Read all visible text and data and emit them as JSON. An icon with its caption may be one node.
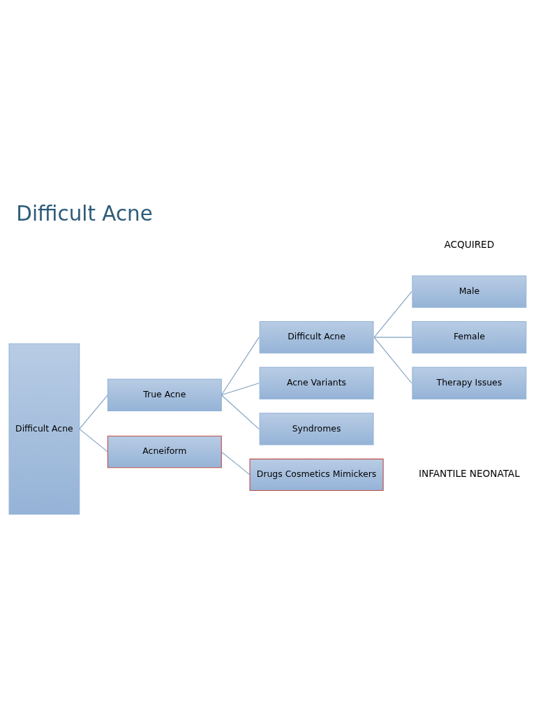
{
  "diagram": {
    "title": "Difficult Acne",
    "nodes": [
      {
        "text": [
          "Difficult Acne"
        ]
      },
      {
        "text": [
          "True Acne"
        ]
      },
      {
        "text": [
          "Acneiform"
        ]
      },
      {
        "text": [
          "Difficult Acne"
        ]
      },
      {
        "text": [
          "Acne Variants"
        ]
      },
      {
        "text": [
          "Syndromes"
        ]
      },
      {
        "text": [
          "Male"
        ]
      },
      {
        "text": [
          "Female"
        ]
      },
      {
        "text": [
          "Therapy Issues"
        ]
      },
      {
        "text": [
          "Drugs Cosmetics Mimickers"
        ]
      }
    ],
    "edges": [
      {
        "from": 0,
        "to": 1,
        "arrow": "none"
      },
      {
        "from": 0,
        "to": 2,
        "arrow": "none"
      },
      {
        "from": 1,
        "to": 3,
        "arrow": "none"
      },
      {
        "from": 1,
        "to": 4,
        "arrow": "none"
      },
      {
        "from": 1,
        "to": 5,
        "arrow": "none"
      },
      {
        "from": 3,
        "to": 6,
        "arrow": "none"
      },
      {
        "from": 3,
        "to": 7,
        "arrow": "none"
      },
      {
        "from": 3,
        "to": 8,
        "arrow": "none"
      },
      {
        "from": 2,
        "to": 9,
        "arrow": "none"
      }
    ],
    "labels": [
      "INFANTILE NEONATAL",
      "ACQUIRED"
    ]
  }
}
